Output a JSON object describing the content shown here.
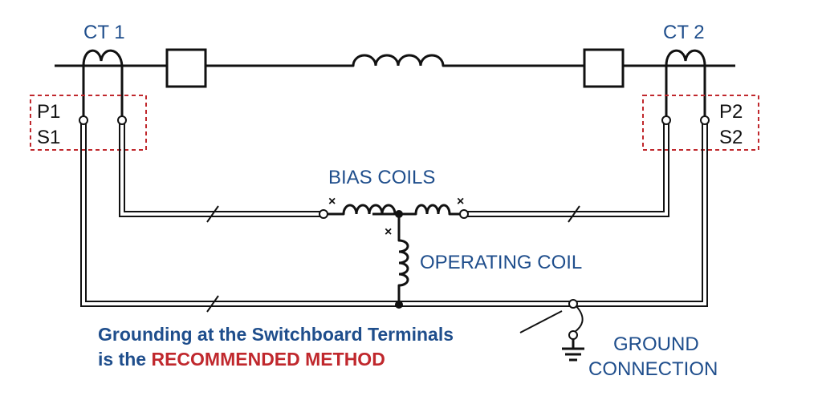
{
  "labels": {
    "ct1": "CT 1",
    "ct2": "CT 2",
    "p1": "P1",
    "s1": "S1",
    "p2": "P2",
    "s2": "S2",
    "bias_coils": "BIAS COILS",
    "operating_coil": "OPERATING COIL",
    "ground_connection_line1": "GROUND",
    "ground_connection_line2": "CONNECTION",
    "note_line1": "Grounding at the Switchboard Terminals",
    "note_line2_prefix": "is the ",
    "note_line2_emphasis": "RECOMMENDED METHOD",
    "polarity_mark": "×"
  },
  "colors": {
    "label_blue": "#1f4e8c",
    "emphasis_red": "#c0282d",
    "wire": "#111111",
    "terminal_box": "#c0282d"
  }
}
